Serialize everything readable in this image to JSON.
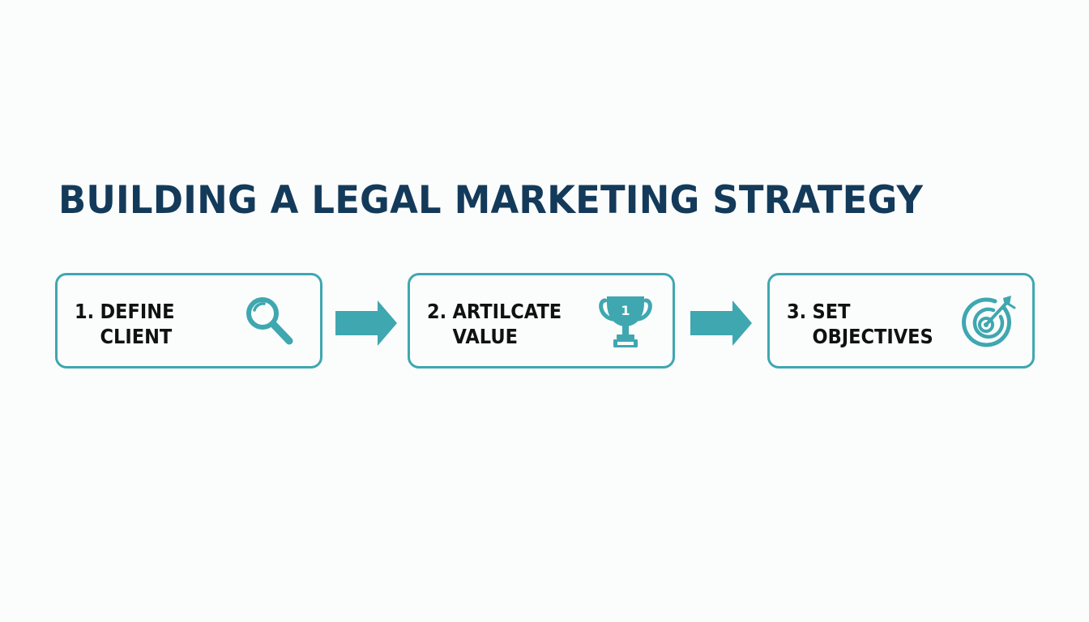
{
  "title": "BUILDING A LEGAL MARKETING STRATEGY",
  "accent_color": "#3fa7b0",
  "title_color": "#143a5a",
  "steps": [
    {
      "number": "1.",
      "line1": "DEFINE",
      "line2": "CLIENT",
      "icon": "magnifying-glass-icon"
    },
    {
      "number": "2.",
      "line1": "ARTILCATE",
      "line2": "VALUE",
      "icon": "trophy-icon",
      "icon_label": "1"
    },
    {
      "number": "3.",
      "line1": "SET",
      "line2": "OBJECTIVES",
      "icon": "target-icon"
    }
  ],
  "connectors": [
    "arrow-right-icon",
    "arrow-right-icon"
  ]
}
